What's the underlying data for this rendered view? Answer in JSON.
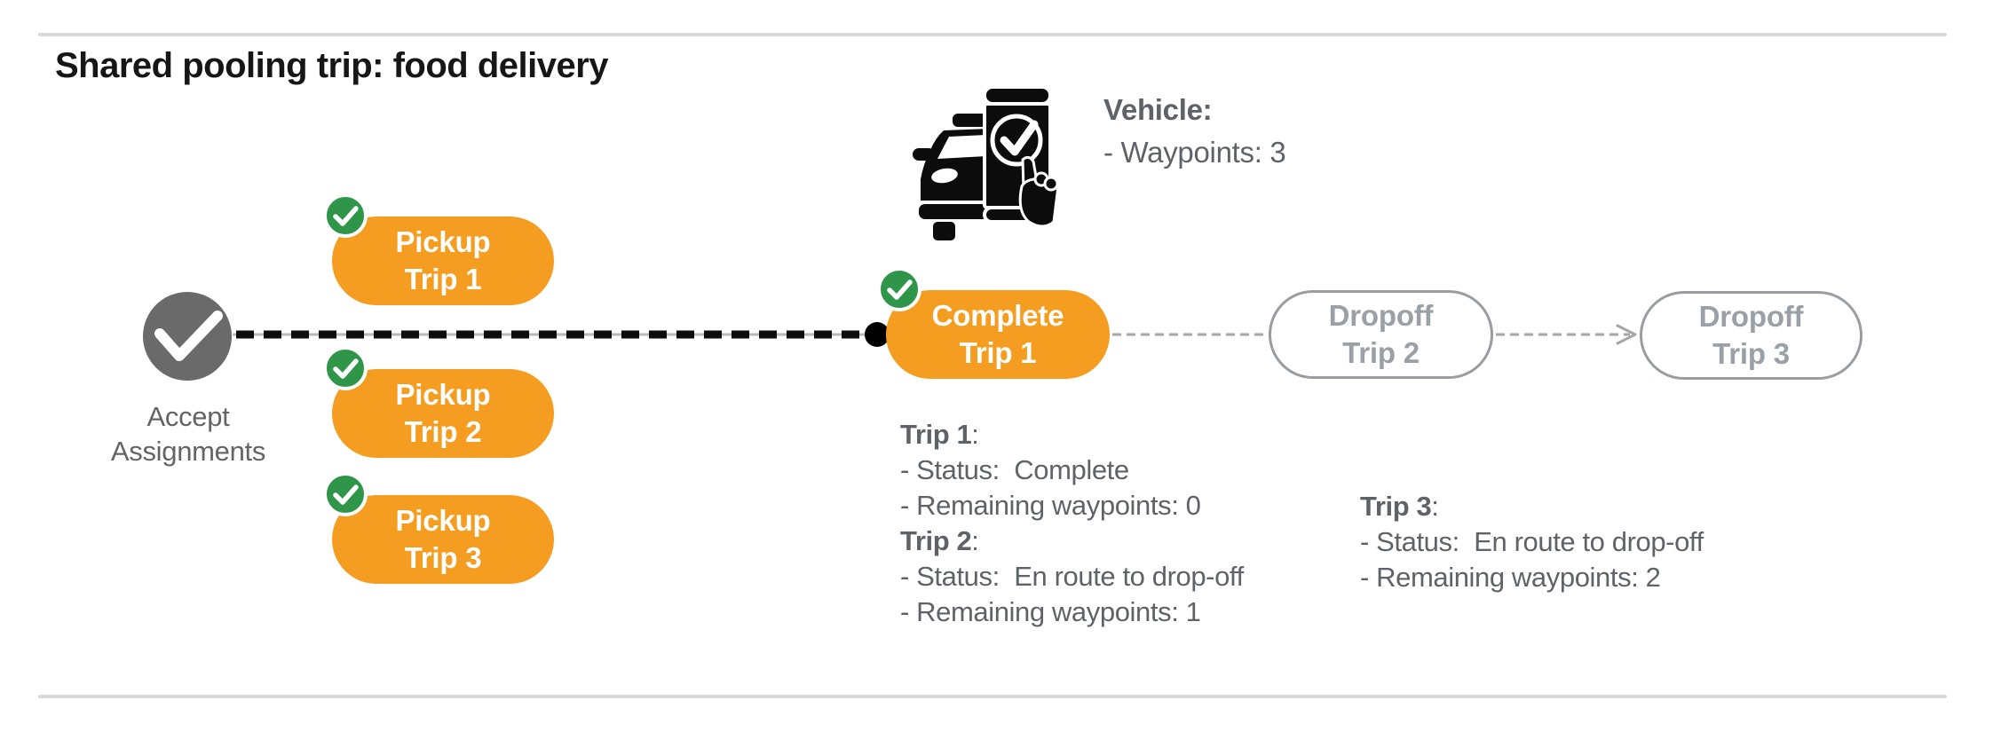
{
  "page": {
    "title": "Shared pooling trip: food delivery"
  },
  "labels": {
    "colon": ":"
  },
  "vehicle": {
    "name": "Vehicle",
    "waypoints_line": "- Waypoints: 3"
  },
  "flow": {
    "start": {
      "line1": "Accept",
      "line2": "Assignments"
    },
    "pickups": [
      {
        "line1": "Pickup",
        "line2": "Trip 1"
      },
      {
        "line1": "Pickup",
        "line2": "Trip 2"
      },
      {
        "line1": "Pickup",
        "line2": "Trip 3"
      }
    ],
    "complete": {
      "line1": "Complete",
      "line2": "Trip 1"
    },
    "dropoffs": [
      {
        "line1": "Dropoff",
        "line2": "Trip 2"
      },
      {
        "line1": "Dropoff",
        "line2": "Trip 3"
      }
    ]
  },
  "trip_status": {
    "left": [
      {
        "name": "Trip 1",
        "status": "- Status:  Complete",
        "waypoints": "- Remaining waypoints: 0"
      },
      {
        "name": "Trip 2",
        "status": "- Status:  En route to drop-off",
        "waypoints": "- Remaining waypoints: 1"
      }
    ],
    "right": [
      {
        "name": "Trip 3",
        "status": "- Status:  En route to drop-off",
        "waypoints": "- Remaining waypoints: 2"
      }
    ]
  },
  "colors": {
    "pill_orange": "#F59D20",
    "badge_green": "#2E9549",
    "start_node_gray": "#6A6A6A",
    "text_gray": "#5F6368",
    "muted_gray": "#9AA0A6",
    "route_black": "#0D0D0D",
    "divider_gray": "#D8D8D8"
  }
}
